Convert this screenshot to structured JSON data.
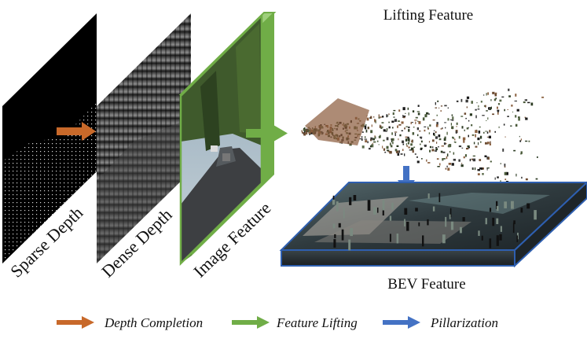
{
  "panels": {
    "sparse_depth": "Sparse Depth",
    "dense_depth": "Dense  Depth",
    "image_feature": "Image Feature"
  },
  "lifting_feature": "Lifting Feature",
  "bev_feature": "BEV Feature",
  "legend": [
    {
      "label": "Depth Completion",
      "color": "#c8692a"
    },
    {
      "label": "Feature Lifting",
      "color": "#70ad47"
    },
    {
      "label": "Pillarization",
      "color": "#4472c4"
    }
  ],
  "colors": {
    "depth_arrow": "#c8692a",
    "lifting_arrow": "#70ad47",
    "pillar_arrow": "#4472c4",
    "image_border": "#70ad47",
    "bev_border": "#2e5fb0"
  }
}
